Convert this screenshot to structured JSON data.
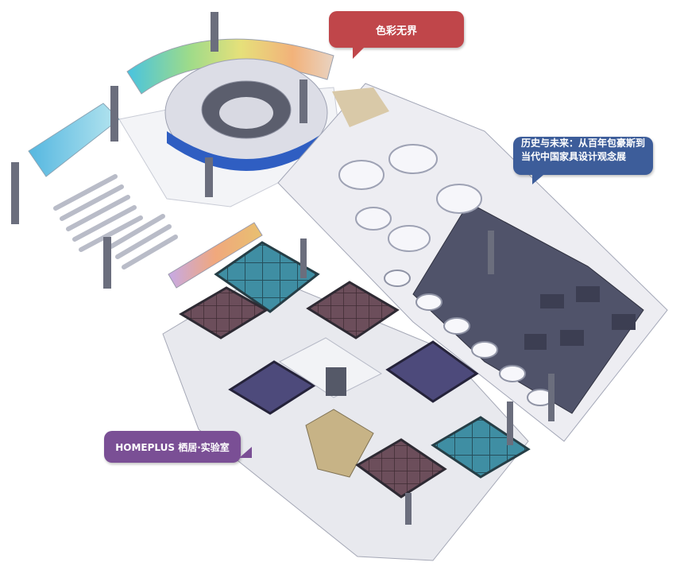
{
  "colors": {
    "callout_red": "#c0464a",
    "callout_blue": "#3d5d9a",
    "callout_purple": "#7a4f95",
    "wall_light": "#eef0f5",
    "floor_dark": "#4e5160",
    "teal_room": "#3c7f92",
    "maroon_room": "#6a4a55",
    "violet_room": "#4c4878",
    "beige_room": "#c6b487",
    "blue_ring": "#2b52b8"
  },
  "callouts": {
    "color_boundless": {
      "text": "色彩无界"
    },
    "history_future": {
      "line1": "历史与未来：从百年包豪斯到",
      "line2": "当代中国家具设计观念展"
    },
    "homeplus": {
      "text": "HOMEPLUS 栖居·实验室"
    }
  }
}
